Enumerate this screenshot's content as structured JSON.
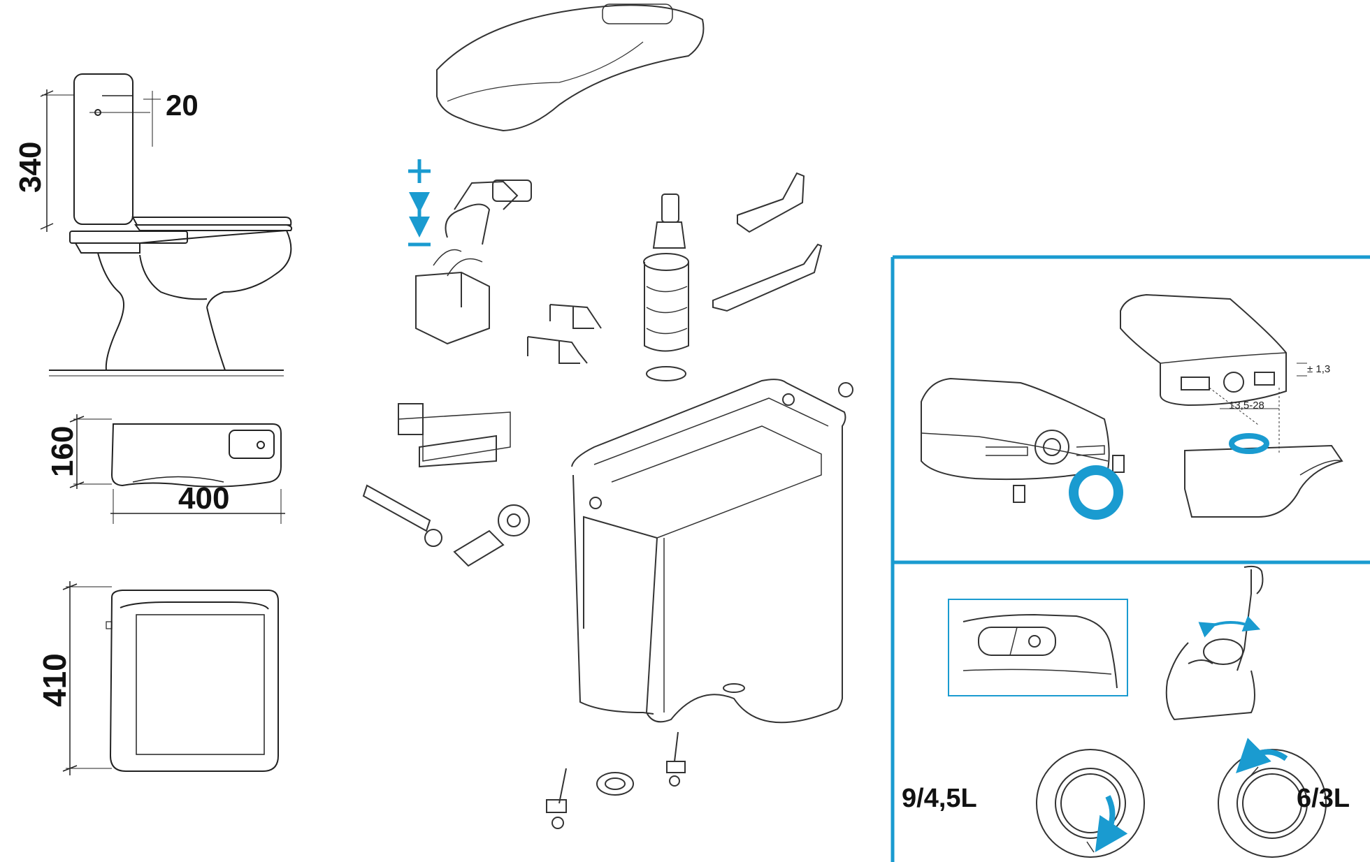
{
  "colors": {
    "accent": "#1a9bd0",
    "line": "#222222",
    "background": "#ffffff"
  },
  "dimensions": {
    "tank_height": "340",
    "button_offset": "20",
    "depth": "160",
    "width": "400",
    "length": "410"
  },
  "float_adjust": {
    "plus": "+",
    "minus": "–"
  },
  "installation": {
    "tolerance": "± 1,3",
    "range": "13,5-28"
  },
  "flush_settings": {
    "full_low": "9/4,5L",
    "reduced": "6/3L"
  }
}
